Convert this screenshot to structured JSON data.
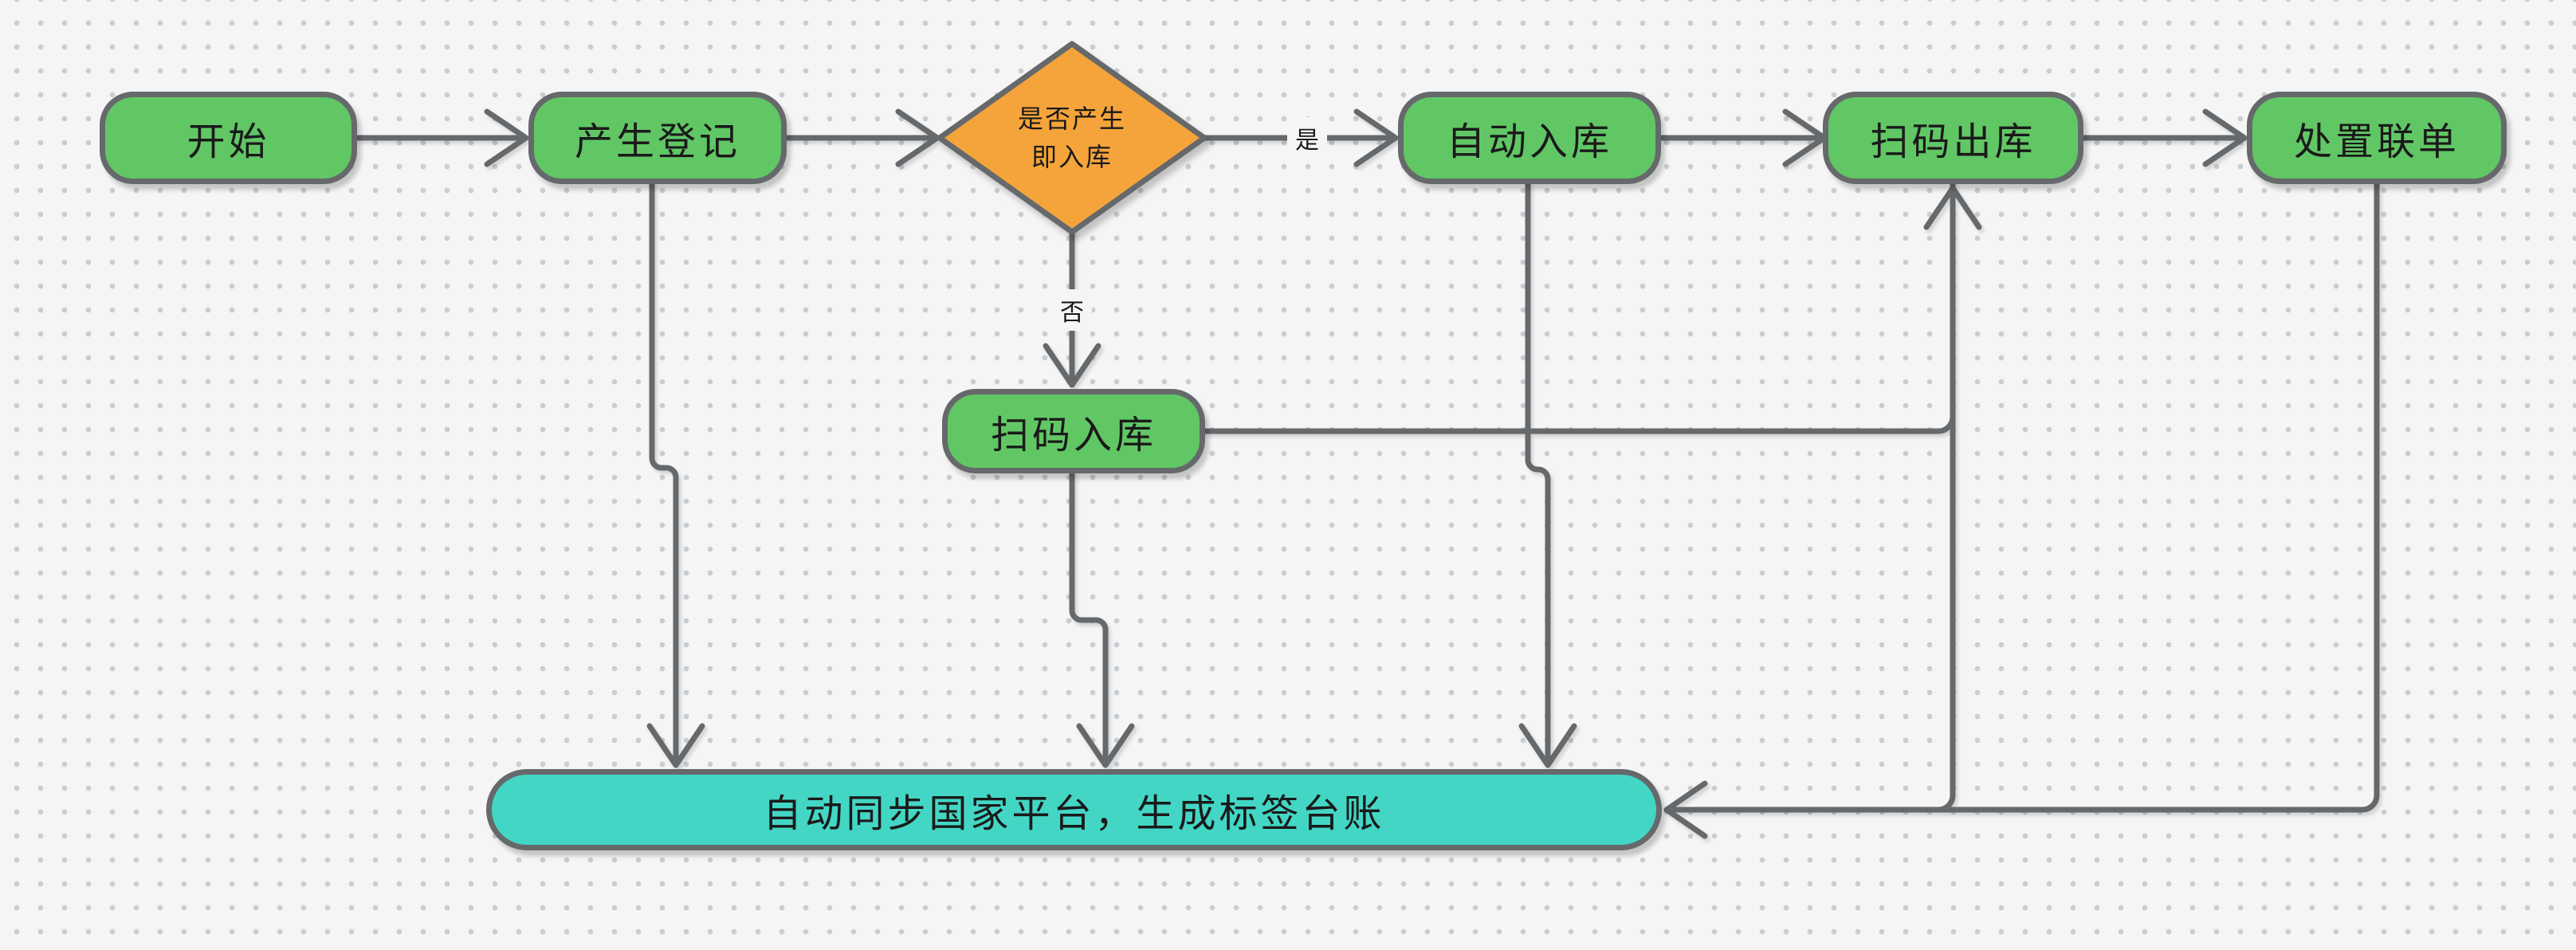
{
  "diagram": {
    "title": "hazardous-waste-flowchart",
    "nodes": {
      "start": {
        "label": "开始"
      },
      "register": {
        "label": "产生登记"
      },
      "decision": {
        "line1": "是否产生",
        "line2": "即入库"
      },
      "auto_in": {
        "label": "自动入库"
      },
      "scan_out": {
        "label": "扫码出库"
      },
      "dispose": {
        "label": "处置联单"
      },
      "scan_in": {
        "label": "扫码入库"
      },
      "sync_bar": {
        "label": "自动同步国家平台，生成标签台账"
      }
    },
    "edge_labels": {
      "yes": "是",
      "no": "否"
    },
    "edges": [
      {
        "from": "start",
        "to": "register"
      },
      {
        "from": "register",
        "to": "decision"
      },
      {
        "from": "decision",
        "to": "auto_in",
        "label": "是"
      },
      {
        "from": "decision",
        "to": "scan_in",
        "label": "否"
      },
      {
        "from": "auto_in",
        "to": "scan_out"
      },
      {
        "from": "scan_out",
        "to": "dispose"
      },
      {
        "from": "scan_in",
        "to": "scan_out"
      },
      {
        "from": "register",
        "to": "sync_bar"
      },
      {
        "from": "scan_in",
        "to": "sync_bar"
      },
      {
        "from": "auto_in",
        "to": "sync_bar"
      },
      {
        "from": "scan_out",
        "to": "sync_bar"
      },
      {
        "from": "dispose",
        "to": "sync_bar"
      }
    ],
    "colors": {
      "canvas_bg": "#f5f5f6",
      "dot": "#c9cdd1",
      "node_fill": "#61c765",
      "decision_fill": "#f5a43b",
      "bar_fill": "#43d6c5",
      "stroke": "#66696b",
      "text": "#1a1a1a"
    }
  }
}
